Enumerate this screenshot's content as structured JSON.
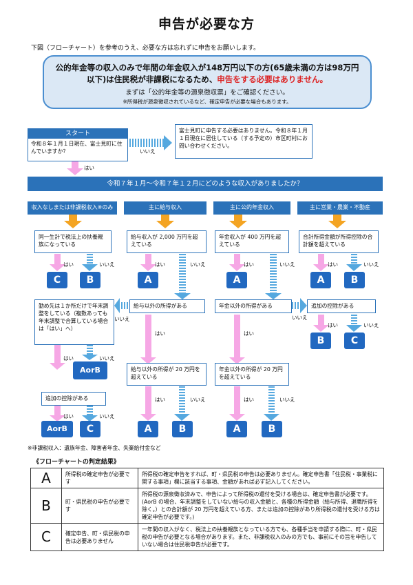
{
  "title": "申告が必要な方",
  "intro": "下図（フローチャート）を参考のうえ、必要な方は忘れずに申告をお願いします。",
  "notice": {
    "line1a": "公的年金等の収入のみで年間の年金収入が148万円以下の方(65歳未満の方は",
    "line1b": "98万円以下)",
    "line1c": "は住民税が非課税になるため、",
    "line1d": "申告をする必要はありません。",
    "line2": "まずは「公的年金等の源泉徴収票」をご確認ください。",
    "line3": "※所得税が源泉徴収されているなど、確定申告が必要な場合もあります。"
  },
  "start": {
    "label": "スタート",
    "question": "令和８年１月１日現在、富士見町に住んでいますか？",
    "no_label": "いいえ",
    "yes_label": "はい",
    "no_result": "富士見町に申告する必要はありません。令和８年１月１日現在に居住している（する予定の）市区町村にお問い合わせください。"
  },
  "income_question": "令和７年１月～令和７年１２月にどのような収入がありましたか？",
  "categories": [
    "収入なしまたは非課税収入※のみ",
    "主に給与収入",
    "主に公的年金収入",
    "主に営業・農業・不動産"
  ],
  "col1": {
    "q1": "同一生計で税法上の扶養親族になっている",
    "q2": "勤め先は１か所だけで年末調整をしている（複数あっても年末調整で合算している場合は「はい」へ）",
    "q3": "追加の控除がある"
  },
  "col2": {
    "q1": "給与収入が 2,000 万円を超えている",
    "q2": "給与以外の所得がある",
    "q3": "給与以外の所得が 20 万円を超えている"
  },
  "col3": {
    "q1": "年金収入が 400 万円を超えている",
    "q2": "年金以外の所得がある",
    "q3": "年金以外の所得が 20 万円を超えている"
  },
  "col4": {
    "q1": "合計所得金額が所得控除の合計額を超えている",
    "q2": "追加の控除がある"
  },
  "yes": "はい",
  "no": "いいえ",
  "results": {
    "a": "A",
    "b": "B",
    "c": "C",
    "aorb": "AorB"
  },
  "footnote": "※非課税収入：遺族年金、障害者年金、失業給付金など",
  "legend_title": "《フローチャートの判定結果》",
  "legend": [
    {
      "letter": "A",
      "name": "所得税の確定申告が必要です",
      "desc": "所得税の確定申告をすれば、町・県民税の申告は必要ありません。確定申告書「住民税・事業税に関する事項」欄に該当する事項、金額があれば必ず記入してください。"
    },
    {
      "letter": "B",
      "name": "町・県民税の申告が必要です",
      "desc": "所得税の源泉徴収済みで、申告によって所得税の還付を受ける場合は、確定申告書が必要です。(AorB の場合、年末調整をしていない給与の収入金額と、各種の所得金額（給与所得、退職所得を除く。）との合計額が 20 万円を超えている方、または追加の控除があり所得税の還付を受ける方は確定申告が必要です。)"
    },
    {
      "letter": "C",
      "name": "確定申告、町・県民税の申告は必要ありません",
      "desc": "一年間の収入がなく、税法上の扶養親族となっている方でも、各種手当を申請する際に、町・県民税の申告が必要となる場合があります。また、非課税収入のみの方でも、事前にその旨を申告していない場合は住民税申告が必要です。"
    }
  ]
}
